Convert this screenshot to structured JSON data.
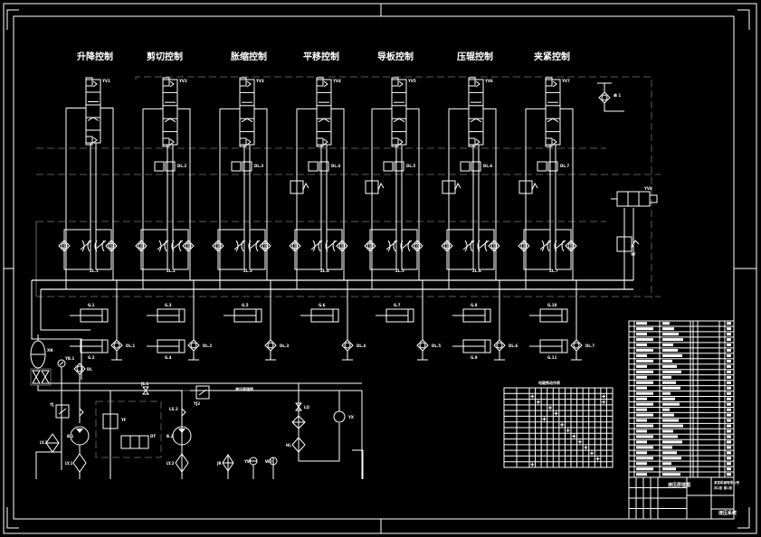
{
  "drawing": {
    "background": "#000000",
    "line_color": "#ffffff",
    "aux_line_color": "#5a5a5a"
  },
  "sections": [
    {
      "id": "lift",
      "title": "升降控制",
      "valve_tag": "YV1",
      "check_tag": "DL.1",
      "cyl_tags": [
        "G.1",
        "G.2"
      ],
      "filter_tag": "ZL.1"
    },
    {
      "id": "shear",
      "title": "剪切控制",
      "valve_tag": "YV2",
      "check_tag": "DL.2",
      "cyl_tags": [
        "G.3",
        "G.4"
      ],
      "filter_tag": "ZL.2"
    },
    {
      "id": "expand",
      "title": "胀缩控制",
      "valve_tag": "YV3",
      "check_tag": "DL.3",
      "cyl_tags": [
        "G.5"
      ],
      "filter_tag": "ZL.3"
    },
    {
      "id": "level",
      "title": "平移控制",
      "valve_tag": "YV4",
      "check_tag": "DL.4",
      "cyl_tags": [
        "G.6"
      ],
      "filter_tag": "ZL.4"
    },
    {
      "id": "guide",
      "title": "导板控制",
      "valve_tag": "YV5",
      "check_tag": "DL.5",
      "cyl_tags": [
        "G.7"
      ],
      "filter_tag": "ZL.5"
    },
    {
      "id": "press",
      "title": "压辊控制",
      "valve_tag": "YV6",
      "check_tag": "DL.6",
      "cyl_tags": [
        "G.8",
        "G.9"
      ],
      "filter_tag": "ZL.6"
    },
    {
      "id": "clamp",
      "title": "夹紧控制",
      "valve_tag": "YV7",
      "check_tag": "DL.7",
      "cyl_tags": [
        "G.10",
        "G.11"
      ],
      "filter_tag": "ZL.7"
    }
  ],
  "pump_station": {
    "labels": {
      "accumulator": "XN",
      "gauge": "YB.1",
      "check": "DL",
      "pump1": "B.1",
      "pump2": "B.2",
      "filter1": "LY.1",
      "filter2": "LY.2",
      "relief": "YF",
      "solenoid": "DT",
      "pressure_switch": "YJ",
      "throttle": "JL.1",
      "cooler": "LQ",
      "oil_filter": "LY.3",
      "heater": "JR",
      "level": "YW",
      "temp": "WD",
      "tank": "YX",
      "return_filter": "HL"
    },
    "center_note": "液压原理图"
  },
  "action_table": {
    "title": "电磁铁动作表",
    "rows": 14,
    "cols": 14
  },
  "title_block": {
    "parts_rows": 29,
    "bom_title": "液压原理图",
    "company": "某某机械有限公司",
    "sheet_label": "共1张 第1张",
    "drawing_no": "液压系统"
  }
}
